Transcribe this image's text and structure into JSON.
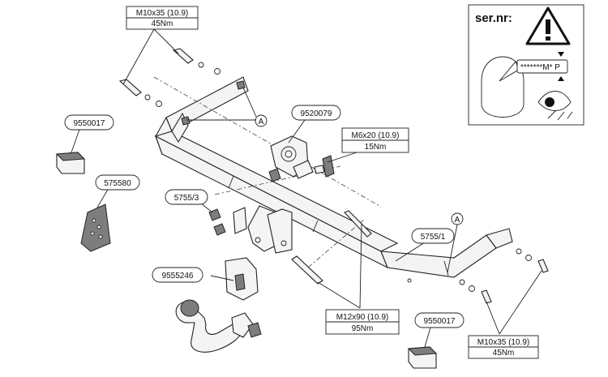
{
  "labels": {
    "bolt_top_spec": "M10x35 (10.9)",
    "bolt_top_torque": "45Nm",
    "socket_part": "9520079",
    "bolt_small_spec": "M6x20 (10.9)",
    "bolt_small_torque": "15Nm",
    "cover_left": "9550017",
    "cover_right": "9550017",
    "instructions_part": "575580",
    "bracket_part": "5755/3",
    "crossbar_part": "5755/1",
    "towball_part": "9555246",
    "bolt_long_spec": "M12x90 (10.9)",
    "bolt_long_torque": "95Nm",
    "bolt_bottom_spec": "M10x35 (10.9)",
    "bolt_bottom_torque": "45Nm",
    "ref_a_left": "A",
    "ref_a_right": "A"
  },
  "serial_box": {
    "title": "ser.nr:",
    "plate_text": "*******M* P"
  },
  "icons": {
    "warning": "warning-triangle-icon",
    "eye": "eye-icon"
  }
}
